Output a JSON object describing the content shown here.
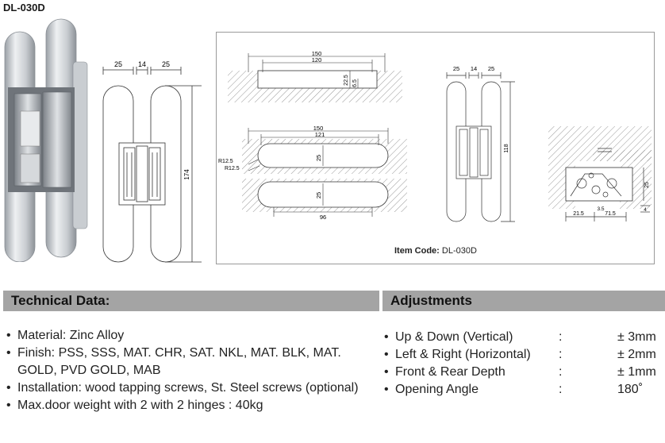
{
  "product_code": "DL-030D",
  "front_drawing": {
    "dim_left": "25",
    "dim_mid": "14",
    "dim_right": "25",
    "dim_height": "174"
  },
  "drawing": {
    "dim_150_top": "150",
    "dim_120": "120",
    "dim_22_5": "22.5",
    "dim_6_5": "6.5",
    "dim_150_mid": "150",
    "dim_121": "121",
    "dim_r12_5_a": "R12.5",
    "dim_r12_5_b": "R12.5",
    "dim_25_a": "25",
    "dim_25_b": "25",
    "dim_96": "96",
    "side_dim_25a": "25",
    "side_dim_14": "14",
    "side_dim_25b": "25",
    "side_dim_h": "118",
    "sec_dim_25": "25",
    "sec_dim_3_5": "3.5",
    "sec_dim_4": "4",
    "sec_dim_21_5": "21.5",
    "sec_dim_71_5": "71.5",
    "item_code_label": "Item Code:",
    "item_code_value": "DL-030D"
  },
  "technical": {
    "title": "Technical Data:",
    "items": [
      "Material: Zinc Alloy",
      "Finish: PSS, SSS, MAT. CHR, SAT. NKL, MAT. BLK, MAT. GOLD, PVD GOLD, MAB",
      "Installation: wood tapping screws, St. Steel screws (optional)",
      "Max.door weight with 2 with 2 hinges : 40kg"
    ]
  },
  "adjustments": {
    "title": "Adjustments",
    "rows": [
      {
        "label": "Up & Down (Vertical)",
        "colon": ":",
        "value": "± 3mm"
      },
      {
        "label": "Left & Right (Horizontal)",
        "colon": ":",
        "value": "± 2mm"
      },
      {
        "label": "Front & Rear Depth",
        "colon": ":",
        "value": "± 1mm"
      },
      {
        "label": "Opening Angle",
        "colon": ":",
        "value": "180˚"
      }
    ]
  }
}
